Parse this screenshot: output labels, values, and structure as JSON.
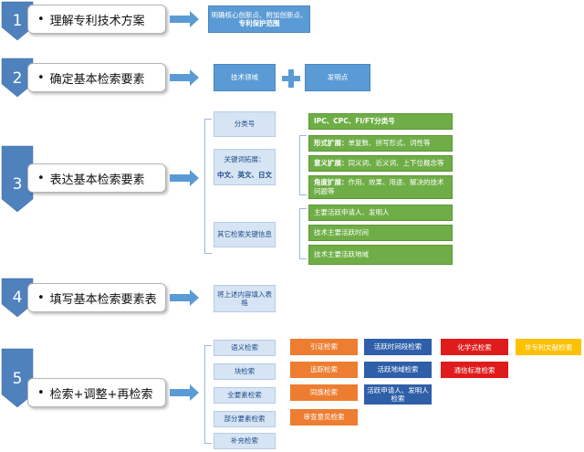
{
  "steps": [
    {
      "num": "1",
      "label": "理解专利技术方案"
    },
    {
      "num": "2",
      "label": "确定基本检索要素"
    },
    {
      "num": "3",
      "label": "表达基本检索要素"
    },
    {
      "num": "4",
      "label": "填写基本检索要素表"
    },
    {
      "num": "5",
      "label": "检索+调整+再检索"
    }
  ],
  "bullet": "•",
  "step1": {
    "result_line1": "明确核心创新点、附加创新点、",
    "result_line2": "专利保护范围"
  },
  "step2": {
    "left": "技术领域",
    "plus": "+",
    "right": "发明点"
  },
  "step3": {
    "classification": "分类号",
    "keyword_prefix": "关键词拓展：",
    "keyword_bold": "中文、英文、日文",
    "other": "其它检索关键信息",
    "class_detail": "IPC、CPC、FI/FT分类号",
    "expansions": [
      {
        "bold": "形式扩展：",
        "text": "单复数、拼写形式、词性等"
      },
      {
        "bold": "意义扩展：",
        "text": "同义词、近义词、上下位概念等"
      },
      {
        "bold": "角度扩展：",
        "text": "作用、效果、用途、解决的技术问题等"
      }
    ],
    "others": [
      "主要活跃申请人、发明人",
      "技术主要活跃时间",
      "技术主要活跃地域"
    ]
  },
  "step4": {
    "result": "将上述内容填入表格"
  },
  "step5": {
    "methods": [
      "语义检索",
      "块检索",
      "全要素检索",
      "部分要素检索",
      "补充检索"
    ],
    "orange": [
      "引证检索",
      "追踪检索",
      "同族检索",
      "审查意见检索"
    ],
    "navy": [
      "活跃时间段检索",
      "活跃地域检索",
      "活跃申请人、发明人检索"
    ],
    "red": [
      "化学式检索",
      "通信标准检索"
    ],
    "yellow": [
      "非专利文献检索"
    ]
  },
  "colors": {
    "chevron": "#4f81bd",
    "arrow": "#5b9bd5",
    "green": "#6fae46",
    "orange": "#ed7d31",
    "navy": "#2e5fa8",
    "red": "#e01b1b",
    "yellow": "#ffc000"
  }
}
